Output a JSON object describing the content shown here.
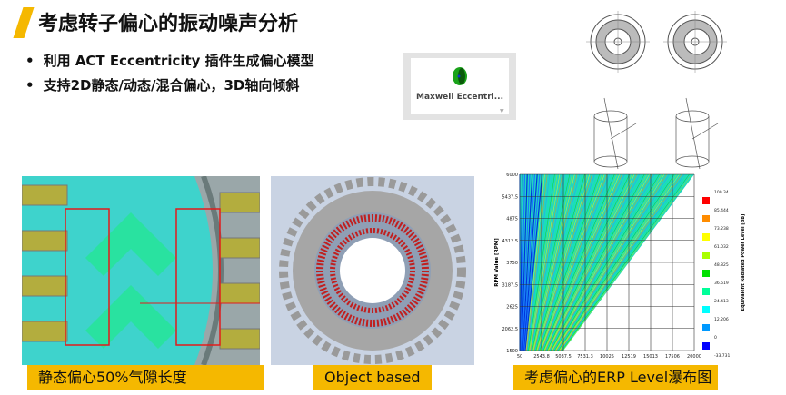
{
  "title": "考虑转子偏心的振动噪声分析",
  "bullets": [
    "利用 ACT Eccentricity 插件生成偏心模型",
    "支持2D静态/动态/混合偏心，3D轴向倾斜"
  ],
  "plugin": {
    "label": "Maxwell Eccentri...",
    "icon": "maxwell-eccentricity-icon"
  },
  "captions": [
    "静态偏心50%气隙长度",
    "Object based",
    "考虑偏心的ERP Level瀑布图"
  ],
  "accent_color": "#f5b800",
  "chart_data": {
    "type": "heatmap",
    "ylabel": "RPM Value [RPM]",
    "legend_title": "Equivalent Radiated Power Level [dB]",
    "y_ticks": [
      "6000",
      "5437.5",
      "4875",
      "4312.5",
      "3750",
      "3187.5",
      "2625",
      "2062.5",
      "1500"
    ],
    "x_ticks": [
      "50",
      "2543.8",
      "5037.5",
      "7531.3",
      "10025",
      "12519",
      "15013",
      "17506",
      "20000"
    ],
    "ylim": [
      1500,
      6000
    ],
    "xlim": [
      50,
      20000
    ],
    "legend_values": [
      "100.34",
      "85.444",
      "73.238",
      "61.032",
      "48.825",
      "36.619",
      "24.413",
      "12.206",
      "0",
      "-33.731"
    ],
    "legend_colors": [
      "#ff0000",
      "#ff8c00",
      "#ffff00",
      "#aaff00",
      "#00e000",
      "#00ff99",
      "#00ffff",
      "#0099ff",
      "#0000ff"
    ],
    "grid": true,
    "legend_placement": "right"
  }
}
